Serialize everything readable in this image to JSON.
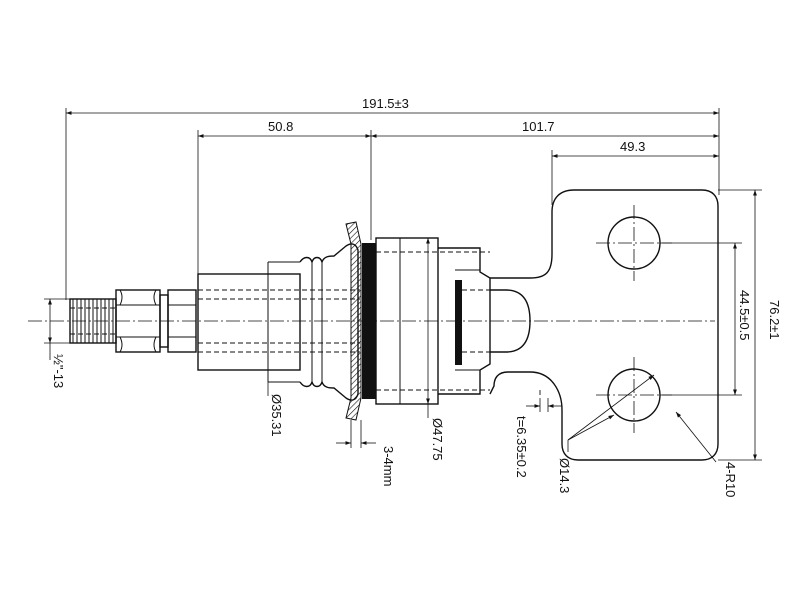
{
  "diagram": {
    "dimensions": {
      "overall_length": "191.5±3",
      "rear_length": "50.8",
      "front_length": "101.7",
      "lug_length": "49.3",
      "lug_width": "76.2±1",
      "hole_spacing": "44.5±0.5",
      "thread": "½\"-13",
      "body_diameter": "Ø35.31",
      "flange_diameter": "Ø47.75",
      "panel_thickness": "3-4mm",
      "lug_thickness": "t=6.35±0.2",
      "hole_diameter": "Ø14.3",
      "corner_radius": "4-R10"
    },
    "colors": {
      "line": "#111111",
      "background": "#ffffff"
    }
  }
}
